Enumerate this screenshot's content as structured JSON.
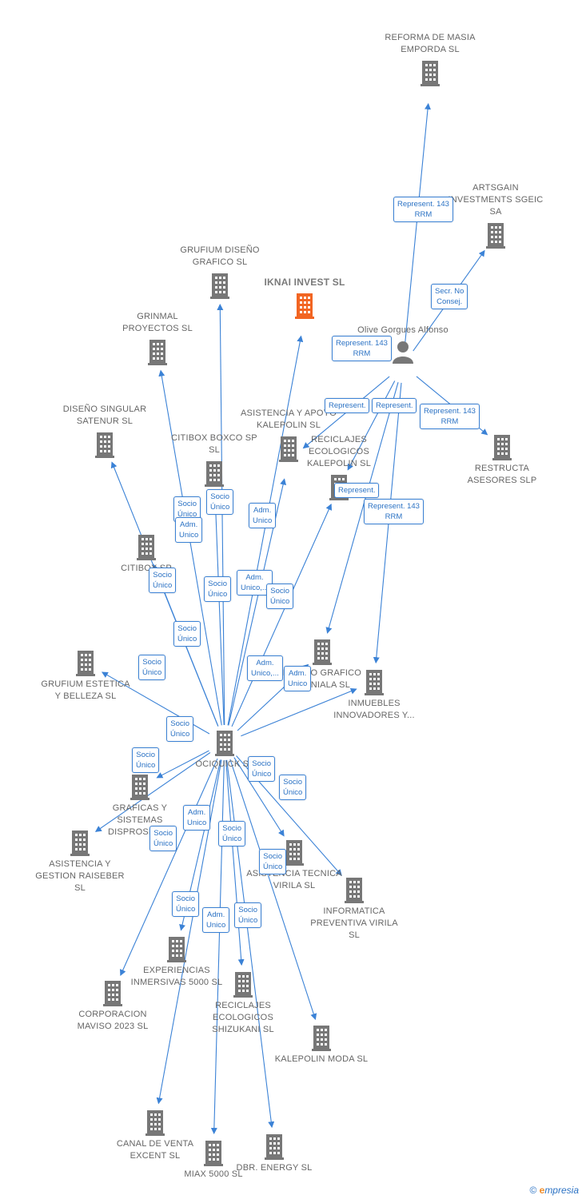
{
  "colors": {
    "edge": "#3b82d6",
    "building": "#777777",
    "building_main": "#f26522"
  },
  "nodes": {
    "reforma": "REFORMA DE MASIA EMPORDA SL",
    "artsgain": "ARTSGAIN INVESTMENTS SGEIC SA",
    "grufium_diseno": "GRUFIUM DISEÑO GRAFICO SL",
    "iknai": "IKNAI INVEST SL",
    "olive": "Olive Gorgues Alfonso",
    "grinmal": "GRINMAL PROYECTOS SL",
    "diseno_singular": "DISEÑO SINGULAR SATENUR SL",
    "citibox_boxco": "CITIBOX BOXCO SP SL",
    "asistencia_apoyo": "ASISTENCIA Y APOYO KALEPOLIN SL",
    "reciclajes_kalepolin": "RECICLAJES ECOLOGICOS KALEPOLIN SL",
    "restructa": "RESTRUCTA ASESORES SLP",
    "citibox_sp": "CITIBOX SP",
    "grufium_estetica": "GRUFIUM ESTETICA Y BELLEZA SL",
    "diseno_grafico": "DISEÑO GRAFICO LLUNIALA SL",
    "inmuebles": "INMUEBLES INNOVADORES Y...",
    "ociquick": "OCIQUICK SL",
    "graficas": "GRAFICAS Y SISTEMAS DISPROSIO SL",
    "asistencia_gestion": "ASISTENCIA Y GESTION RAISEBER SL",
    "asistencia_tecnica": "ASISTENCIA TECNICA VIRILA SL",
    "informatica": "INFORMATICA PREVENTIVA VIRILA SL",
    "experiencias": "EXPERIENCIAS INMERSIVAS 5000 SL",
    "corporacion": "CORPORACION MAVISO 2023 SL",
    "reciclajes_shizukani": "RECICLAJES ECOLOGICOS SHIZUKANI SL",
    "kalepolin_moda": "KALEPOLIN MODA SL",
    "canal": "CANAL DE VENTA EXCENT SL",
    "miax": "MIAX 5000 SL",
    "dbr": "DBR. ENERGY SL"
  },
  "edge_labels": {
    "represent_143": "Represent. 143 RRM",
    "secr_no_consej": "Secr. No Consej.",
    "represent": "Represent.",
    "socio_unico": "Socio Único",
    "adm_unico": "Adm. Unico",
    "adm_unico_ellipsis": "Adm. Unico,..."
  },
  "footer": {
    "copyright": "©",
    "brand": "mpresia",
    "brand_e": "e"
  }
}
